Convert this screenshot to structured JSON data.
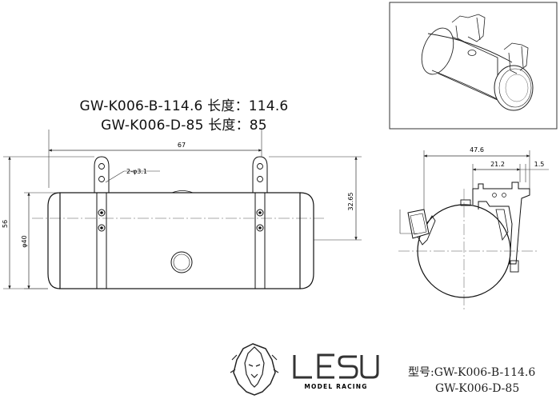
{
  "titles": {
    "line1": "GW-K006-B-114.6  长度：114.6",
    "line2": "GW-K006-D-85 长度：85"
  },
  "front_view": {
    "dim_top": "67",
    "hole_note": "2-φ3.1",
    "dim_height_total": "56",
    "dim_diameter": "φ40",
    "dim_bracket_height": "32.65"
  },
  "side_view": {
    "dim_width": "47.6",
    "dim_offset": "21.2",
    "dim_small": "1.5"
  },
  "brand": {
    "name": "LESU",
    "tagline": "MODEL RACING"
  },
  "model": {
    "label": "型号:",
    "line1": "GW-K006-B-114.6",
    "line2": "GW-K006-D-85"
  }
}
